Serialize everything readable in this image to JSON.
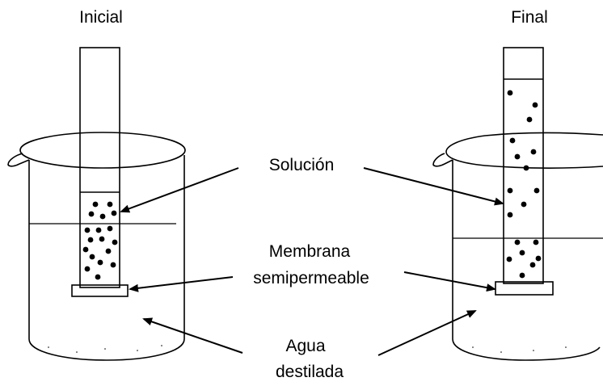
{
  "titles": {
    "initial": "Inicial",
    "final": "Final"
  },
  "labels": {
    "solution": "Solución",
    "membrane_line1": "Membrana",
    "membrane_line2": "semipermeable",
    "water_line1": "Agua",
    "water_line2": "destilada"
  },
  "colors": {
    "ink": "#000000",
    "background": "#ffffff"
  }
}
